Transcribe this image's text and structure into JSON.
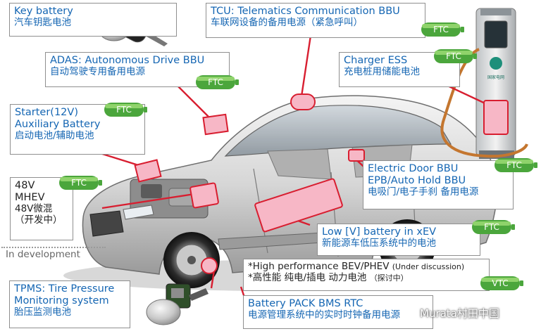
{
  "boxes": {
    "key_battery": {
      "en": "Key battery",
      "zh": "汽车钥匙电池"
    },
    "tcu": {
      "en": "TCU: Telematics Communication BBU",
      "zh": "车联网设备的备用电源（紧急呼叫）"
    },
    "adas": {
      "en": "ADAS: Autonomous Drive BBU",
      "zh": "自动驾驶专用备用电源"
    },
    "charger": {
      "en": "Charger ESS",
      "zh": "充电桩用储能电池"
    },
    "starter": {
      "en1": "Starter(12V)",
      "en2": "Auxiliary Battery",
      "zh": "启动电池/辅助电池"
    },
    "door": {
      "en1": "Electric Door BBU",
      "en2": "EPB/Auto Hold BBU",
      "zh": "电吸门/电子手刹 备用电源"
    },
    "mhev": {
      "l1": "48V",
      "l2": "MHEV",
      "l3": "48V微混",
      "l4": "（开发中）"
    },
    "low_v": {
      "en": "Low [V] battery in xEV",
      "zh": "新能源车低压系统中的电池"
    },
    "high_perf": {
      "en": "*High performance BEV/PHEV",
      "en_note": "(Under discussion)",
      "zh": "*高性能 纯电/插电 动力电池",
      "zh_note": "（探讨中）"
    },
    "tpms": {
      "en1": "TPMS: Tire Pressure",
      "en2": "Monitoring system",
      "zh": "胎压监测电池"
    },
    "bms": {
      "en": "Battery PACK BMS RTC",
      "zh": "电源管理系统中的实时时钟备用电源"
    }
  },
  "badges": {
    "ftc": "FTC",
    "vtc": "VTC"
  },
  "dev_label": "In development",
  "watermark": "Murata村田中国",
  "charger_sign": "国家电网",
  "colors": {
    "text_blue": "#1566b3",
    "badge_green": "#4ba63c",
    "badge_light": "#8fd36b",
    "marker_fill": "#f7b7c6",
    "marker_border": "#d81e30",
    "line_red": "#d81e30"
  }
}
